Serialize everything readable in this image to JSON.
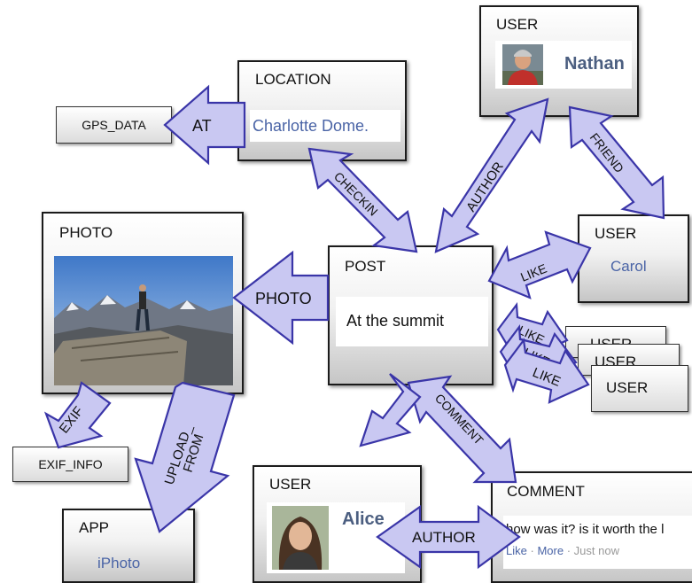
{
  "nodes": {
    "user_nathan": {
      "type": "USER",
      "name": "Nathan"
    },
    "location": {
      "type": "LOCATION",
      "value": "Charlotte Dome."
    },
    "gps": {
      "type": "GPS_DATA"
    },
    "photo": {
      "type": "PHOTO"
    },
    "post": {
      "type": "POST",
      "text": "At the summit"
    },
    "user_carol": {
      "type": "USER",
      "name": "Carol"
    },
    "users_stack": [
      "USER",
      "USER",
      "USER"
    ],
    "exif": {
      "type": "EXIF_INFO"
    },
    "app": {
      "type": "APP",
      "name": "iPhoto"
    },
    "user_alice": {
      "type": "USER",
      "name": "Alice"
    },
    "comment": {
      "type": "COMMENT",
      "text": "how was it? is it worth the l",
      "actions": {
        "like": "Like",
        "sep1": "·",
        "more": "More",
        "sep2": "·",
        "time": "Just now"
      }
    }
  },
  "edges": {
    "at": "AT",
    "checkin": "CHECKIN",
    "author_top": "AUTHOR",
    "friend": "FRIEND",
    "photo": "PHOTO",
    "like_carol": "LIKE",
    "like_stack": [
      "LIKE",
      "LIKE",
      "LIKE"
    ],
    "exif": "EXIF",
    "upload_from": [
      "UPLOAD_",
      "FROM"
    ],
    "comment": "COMMENT",
    "author_bottom": "AUTHOR"
  },
  "colors": {
    "arrow_fill": "#c9c8f2",
    "arrow_stroke": "#3a35a8",
    "name_blue": "#4a64a6"
  }
}
